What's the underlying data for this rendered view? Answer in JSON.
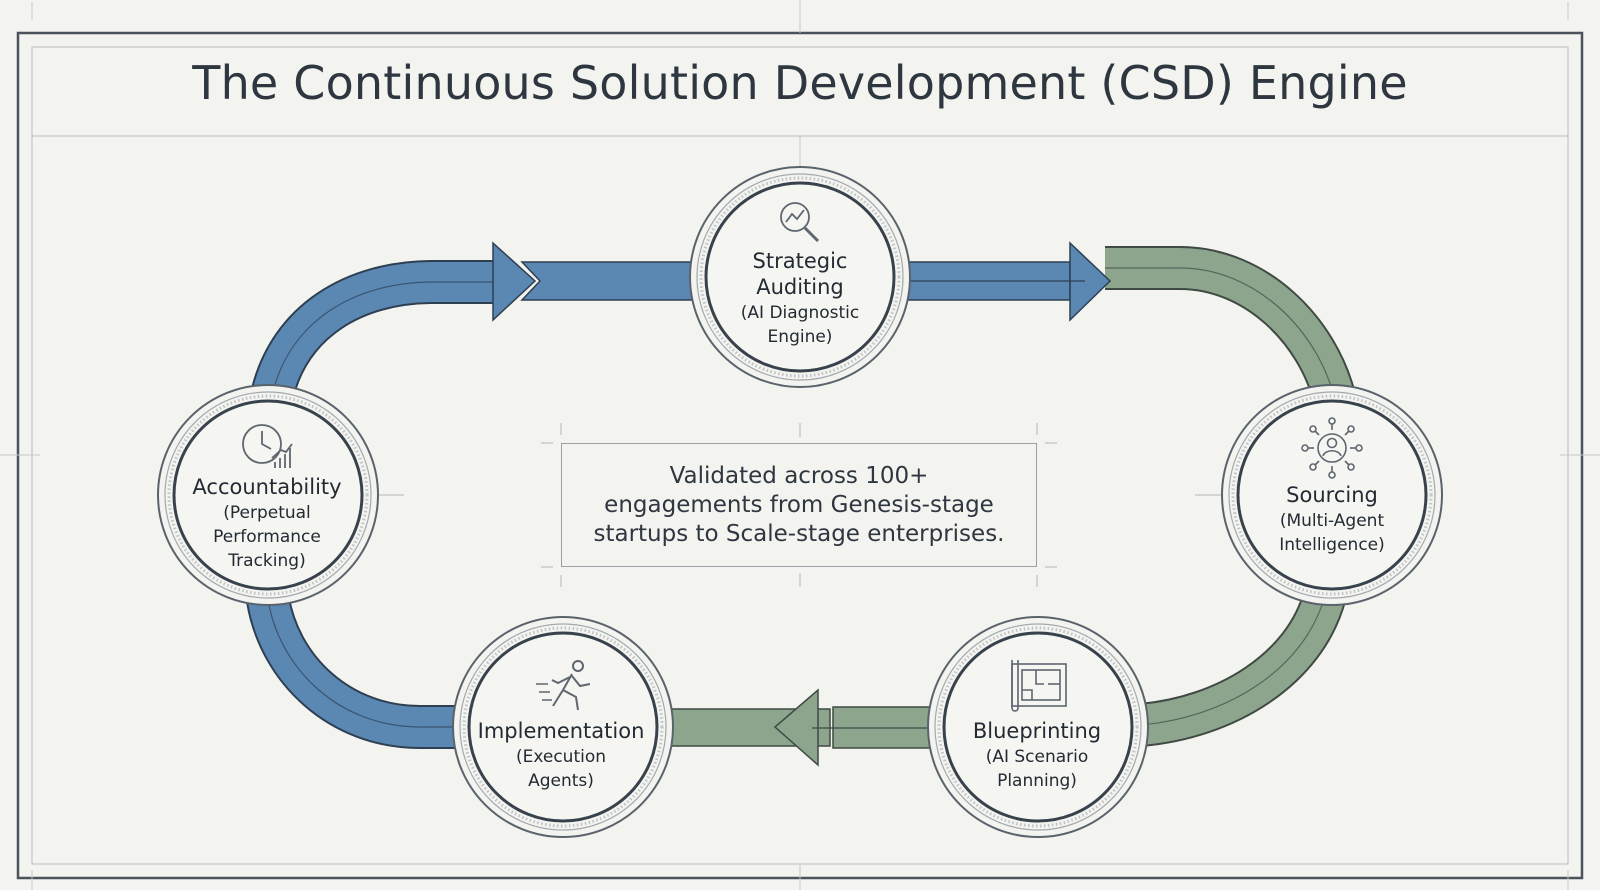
{
  "title": "The Continuous Solution Development (CSD) Engine",
  "center_text": "Validated across 100+ engagements from Genesis-stage startups to Scale-stage enterprises.",
  "colors": {
    "blue_arrow": "#5b87b3",
    "green_arrow": "#8ea58d",
    "outline": "#3d4650",
    "background": "#f3f3ef"
  },
  "stages": [
    {
      "id": "strategic-auditing",
      "title_lines": [
        "Strategic",
        "Auditing"
      ],
      "subtitle_lines": [
        "(AI Diagnostic",
        "Engine)"
      ],
      "icon": "magnifier-chart-icon"
    },
    {
      "id": "sourcing",
      "title_lines": [
        "Sourcing"
      ],
      "subtitle_lines": [
        "(Multi-Agent",
        "Intelligence)"
      ],
      "icon": "network-person-icon"
    },
    {
      "id": "blueprinting",
      "title_lines": [
        "Blueprinting"
      ],
      "subtitle_lines": [
        "(AI Scenario",
        "Planning)"
      ],
      "icon": "blueprint-icon"
    },
    {
      "id": "implementation",
      "title_lines": [
        "Implementation"
      ],
      "subtitle_lines": [
        "(Execution",
        "Agents)"
      ],
      "icon": "running-person-icon"
    },
    {
      "id": "accountability",
      "title_lines": [
        "Accountability"
      ],
      "subtitle_lines": [
        "(Perpetual",
        "Performance",
        "Tracking)"
      ],
      "icon": "clock-chart-icon"
    }
  ]
}
